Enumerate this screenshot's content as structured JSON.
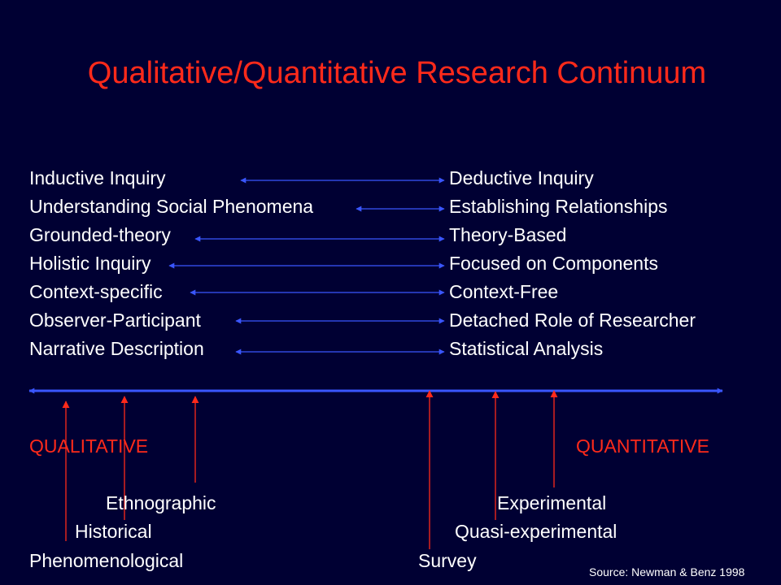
{
  "slide": {
    "title": "Qualitative/Quantitative Research Continuum",
    "pairs": [
      {
        "left": "Inductive Inquiry",
        "right": "Deductive Inquiry"
      },
      {
        "left": "Understanding Social Phenomena",
        "right": "Establishing Relationships"
      },
      {
        "left": "Grounded-theory",
        "right": "Theory-Based"
      },
      {
        "left": "Holistic Inquiry",
        "right": "Focused on Components"
      },
      {
        "left": "Context-specific",
        "right": "Context-Free"
      },
      {
        "left": "Observer-Participant",
        "right": "Detached Role of Researcher"
      },
      {
        "left": "Narrative Description",
        "right": "Statistical Analysis"
      }
    ],
    "qualitative_label": "QUALITATIVE",
    "quantitative_label": "QUANTITATIVE",
    "methods": {
      "ethnographic": "Ethnographic",
      "historical": "Historical",
      "phenomenological": "Phenomenological",
      "experimental": "Experimental",
      "quasi_experimental": "Quasi-experimental",
      "survey": "Survey"
    },
    "source": "Source: Newman & Benz 1998"
  },
  "colors": {
    "background": "#000033",
    "title_red": "#ff2a1a",
    "arrow_blue": "#3a56ff",
    "arrow_red": "#ff2a1a",
    "text": "#ffffff"
  }
}
